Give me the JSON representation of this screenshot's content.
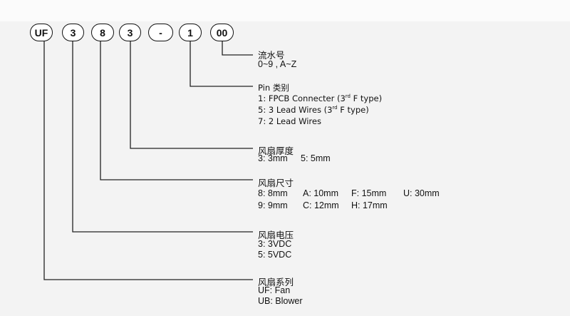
{
  "code_segments": [
    "UF",
    "3",
    "8",
    "3",
    "-",
    "1",
    "00"
  ],
  "serial": {
    "title": "流水号",
    "lines": [
      "0~9 , A~Z"
    ]
  },
  "pin": {
    "title": "Pin 类别",
    "l1a": "1: FPCB Connecter (3",
    "l2a": "5: 3 Lead Wires (3",
    "sup": "rd",
    "tail": " F type)",
    "l3": "7: 2 Lead Wires"
  },
  "thickness": {
    "title": "风扇厚度",
    "items": [
      "3: 3mm",
      "5: 5mm"
    ]
  },
  "size": {
    "title": "风扇尺寸",
    "row1": [
      "8: 8mm",
      "A: 10mm",
      "F: 15mm",
      "U: 30mm"
    ],
    "row2": [
      "9: 9mm",
      "C: 12mm",
      "H: 17mm"
    ]
  },
  "voltage": {
    "title": "风扇电压",
    "lines": [
      "3: 3VDC",
      "5: 5VDC"
    ]
  },
  "series": {
    "title": "风扇系列",
    "lines": [
      "UF: Fan",
      "UB: Blower"
    ]
  }
}
